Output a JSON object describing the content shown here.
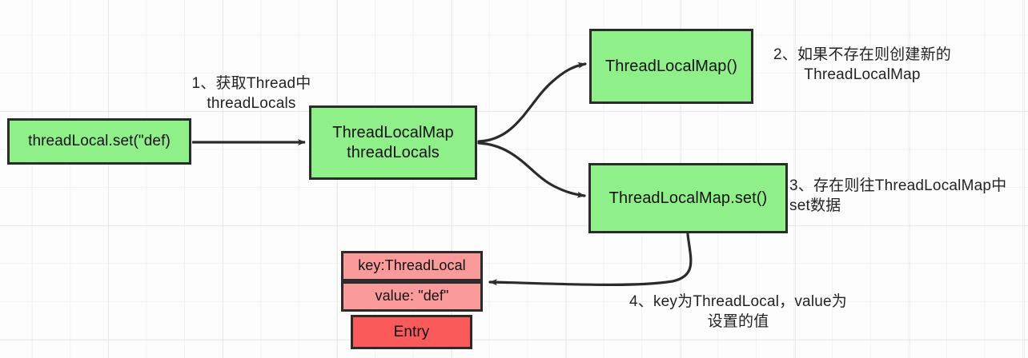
{
  "diagram": {
    "title": "ThreadLocal set() flow",
    "colors": {
      "node_green": "#8ff08a",
      "node_pink": "#fb9a9a",
      "node_red": "#fb5a5a",
      "stroke": "#2b2b2b",
      "text": "#111111",
      "grid": "#e0e0e0",
      "background": "#fdfdfd"
    },
    "nodes": {
      "set_call": "threadLocal.set(\"def)",
      "threadlocals": "ThreadLocalMap\nthreadLocals",
      "new_map": "ThreadLocalMap()",
      "map_set": "ThreadLocalMap.set()",
      "entry_key": "key:ThreadLocal",
      "entry_value": "value: \"def\"",
      "entry_label": "Entry"
    },
    "captions": {
      "step1": "1、获取Thread中\nthreadLocals",
      "step2": "2、如果不存在则创建新的\nThreadLocalMap",
      "step3": "3、存在则往ThreadLocalMap中\nset数据",
      "step4": "4、key为ThreadLocal，value为\n设置的值"
    },
    "edges": [
      {
        "name": "set-call-to-threadlocals",
        "kind": "straight-arrow"
      },
      {
        "name": "threadlocals-to-new-map",
        "kind": "curved-arrow"
      },
      {
        "name": "threadlocals-to-map-set",
        "kind": "curved-arrow"
      },
      {
        "name": "map-set-to-entry",
        "kind": "curved-arrow"
      }
    ]
  }
}
